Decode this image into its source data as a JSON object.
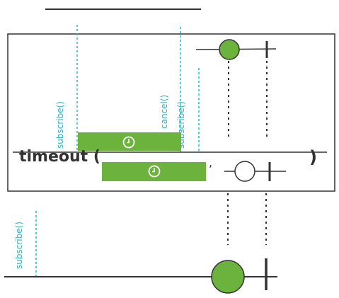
{
  "operator": {
    "name": "timeout (",
    "close_paren": ")",
    "separator": ","
  },
  "labels": {
    "subscribe_outer_top": "subscribe()",
    "cancel": "cancel()",
    "subscribe_inner": "subscribe()",
    "subscribe_bottom": "subscribe()"
  },
  "colors": {
    "green": "#6bb33c",
    "cyan": "#29b6c6",
    "line": "#333333"
  },
  "icons": {
    "timer": "clock-icon",
    "emission": "marble",
    "completion": "completion-bar"
  }
}
